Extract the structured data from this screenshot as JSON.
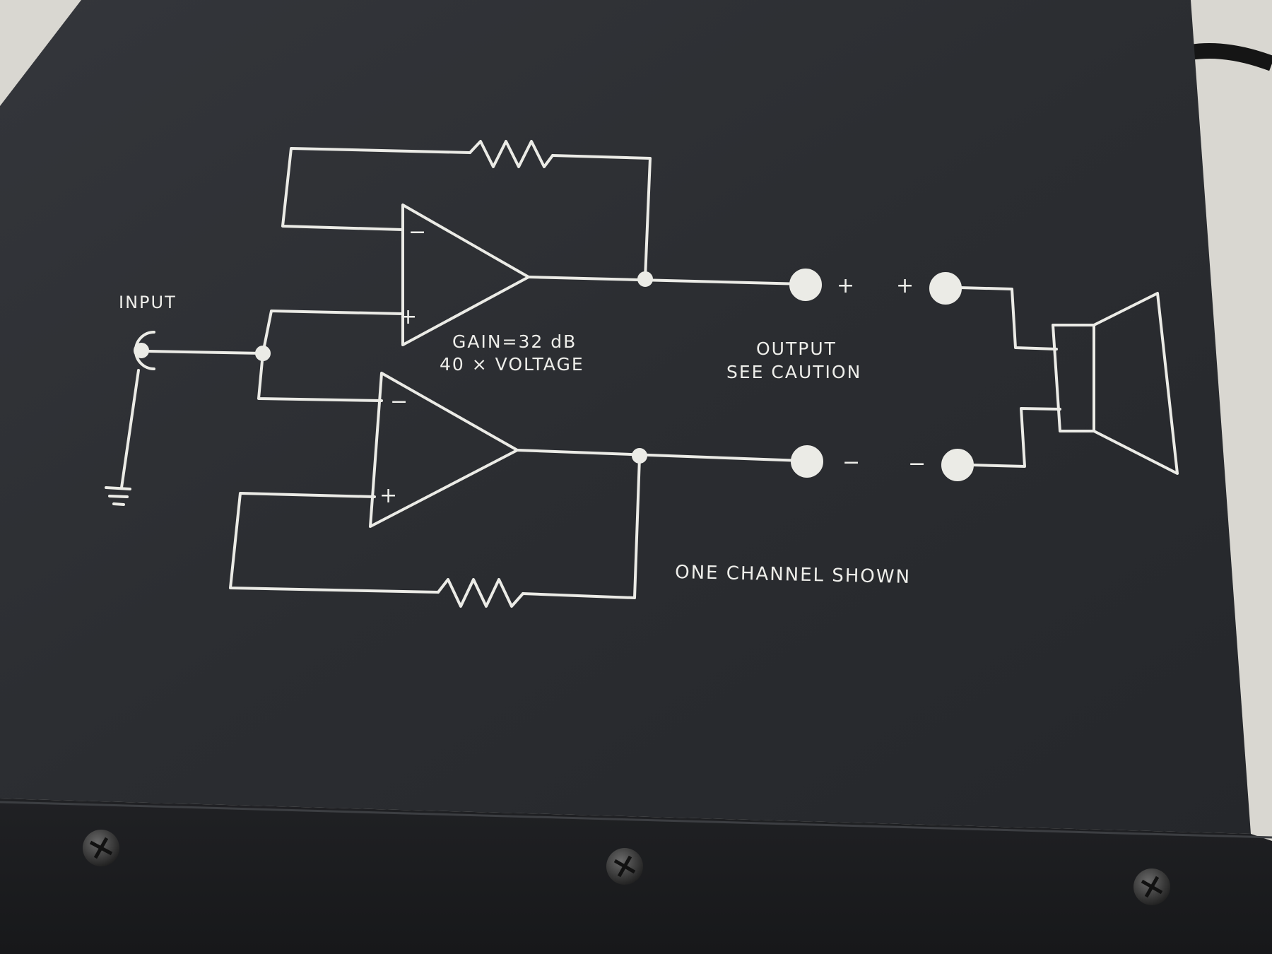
{
  "panel": {
    "input_label": "INPUT",
    "gain_label": "GAIN=32 dB",
    "voltage_label": "40 × VOLTAGE",
    "output_label": "OUTPUT",
    "caution_label": "SEE CAUTION",
    "channel_note": "ONE CHANNEL SHOWN",
    "plus_sign": "+",
    "minus_sign": "−",
    "amp_minus": "−",
    "amp_plus": "+"
  },
  "colors": {
    "chassis": "#2c2e32",
    "chassis_edge": "#1c1d20",
    "silkscreen": "#ebebe6",
    "background": "#d8d6d0",
    "screw": "#3a3a3a"
  }
}
